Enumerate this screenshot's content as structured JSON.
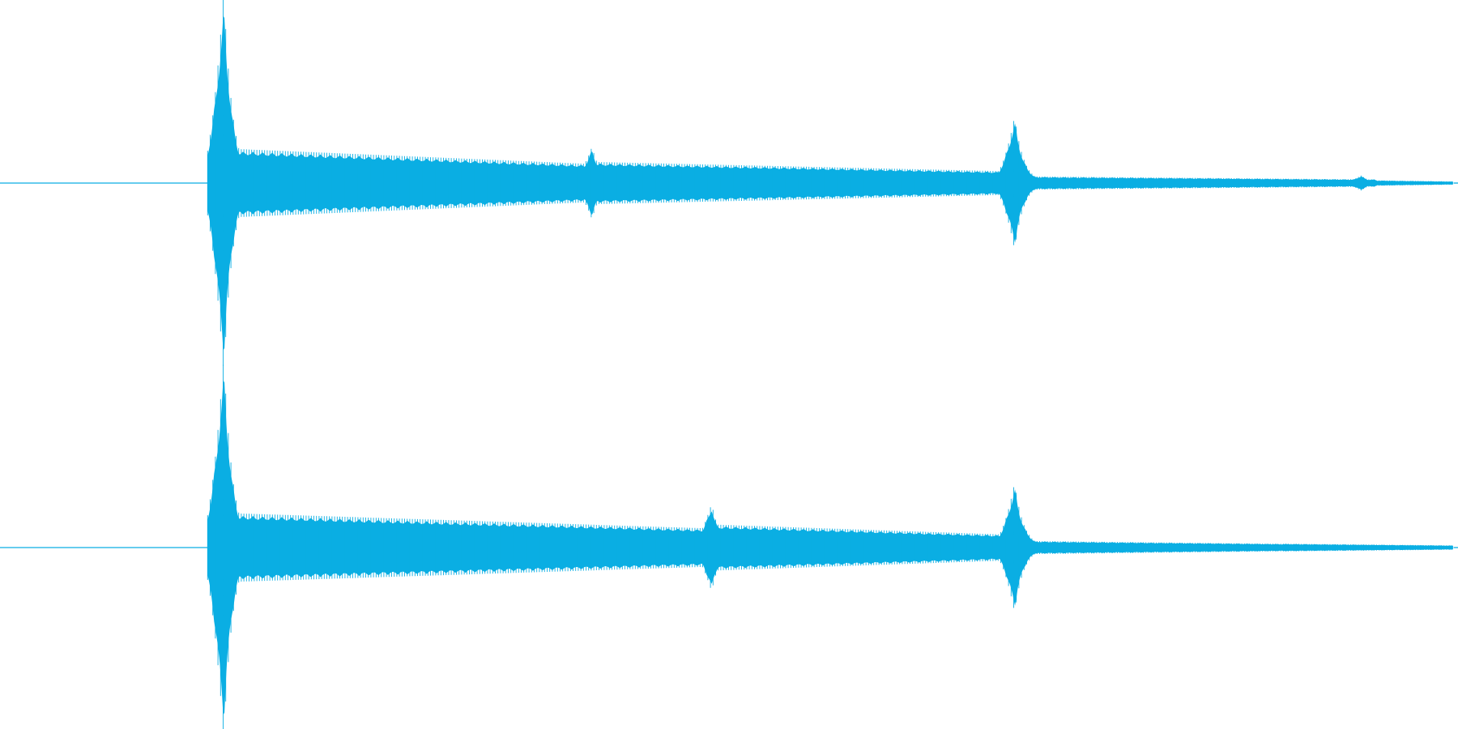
{
  "waveform": {
    "color": "#0aaee3",
    "channel_count": 2,
    "channels": [
      {
        "bursts": [
          {
            "t": 0.1535,
            "peak": 1.0,
            "sustain": 0.18
          },
          {
            "t": 0.4061,
            "peak": 0.19,
            "sustain": 0.11
          },
          {
            "t": 0.696,
            "peak": 0.35,
            "sustain": 0.035
          },
          {
            "t": 0.9337,
            "peak": 0.04,
            "sustain": 0.015
          }
        ]
      },
      {
        "bursts": [
          {
            "t": 0.1535,
            "peak": 1.0,
            "sustain": 0.18
          },
          {
            "t": 0.4881,
            "peak": 0.23,
            "sustain": 0.12
          },
          {
            "t": 0.696,
            "peak": 0.34,
            "sustain": 0.035
          },
          {
            "t": 0.88,
            "peak": 0.02,
            "sustain": 0.02
          }
        ]
      }
    ]
  }
}
